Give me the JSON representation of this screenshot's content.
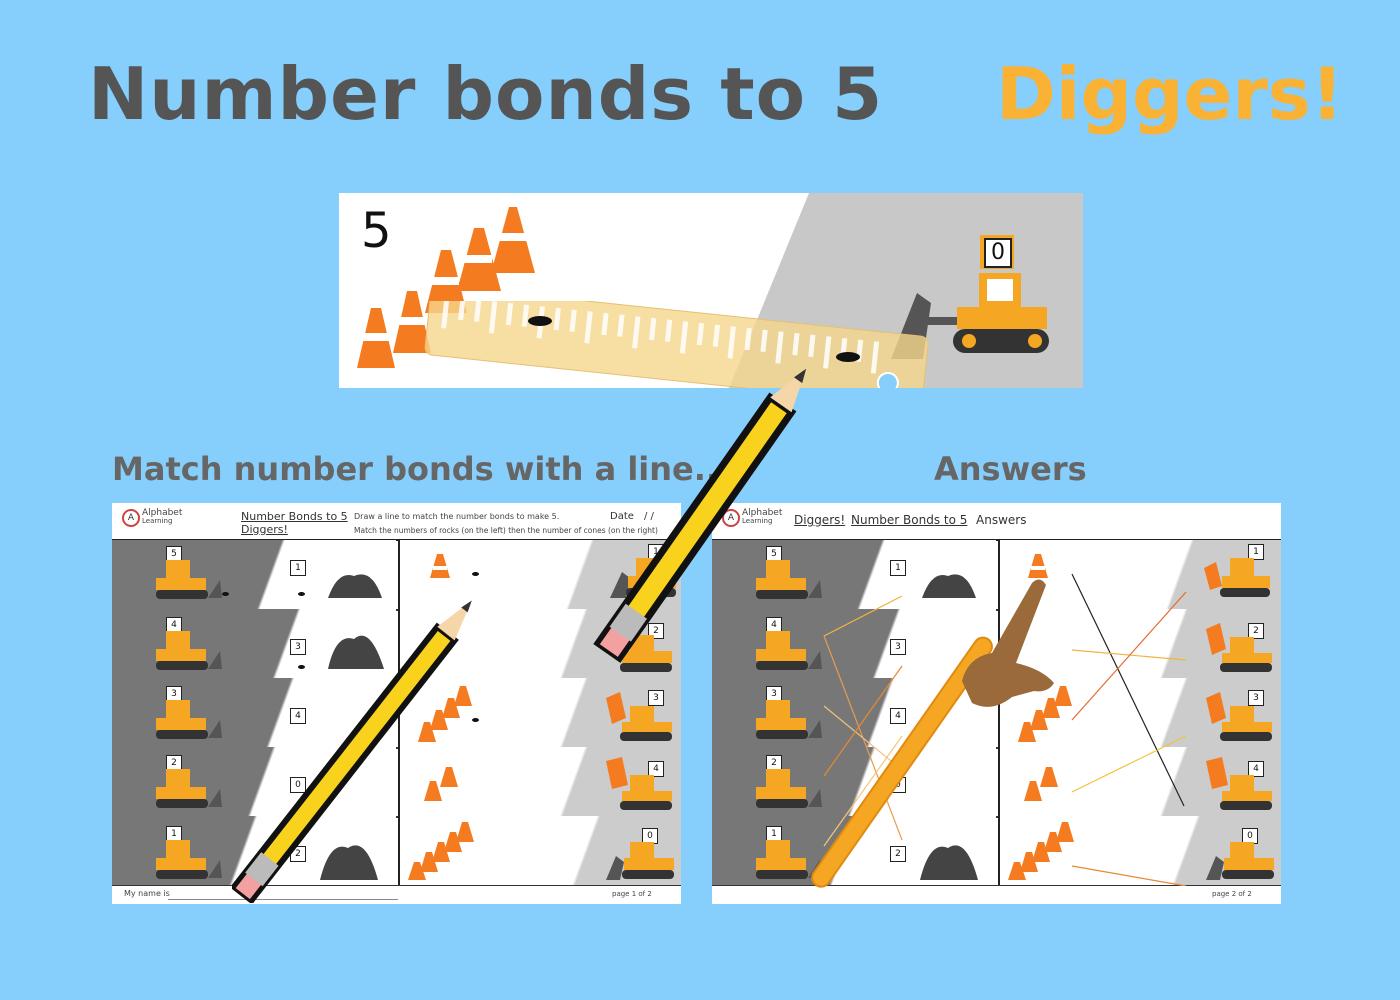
{
  "header": {
    "title": "Number bonds to 5",
    "accent_title": "Diggers!"
  },
  "hero": {
    "number": "5",
    "digger_badge": "0"
  },
  "sections": {
    "left_label": "Match number bonds with a line...",
    "right_label": "Answers"
  },
  "worksheet_left": {
    "brand_line1": "Alphabet",
    "brand_line2": "Learning",
    "title_line1": "Number Bonds to 5",
    "title_line2": "Diggers!",
    "instruction_line1": "Draw a line to match the number bonds to make 5.",
    "instruction_line2": "Match the numbers of rocks (on the left) then the number of cones (on the right)",
    "date_label": "Date",
    "date_value": "/     /",
    "name_label": "My name is",
    "page_label": "page 1 of 2",
    "left_badges": [
      "5",
      "4",
      "3",
      "2",
      "1"
    ],
    "middle_badges": [
      "1",
      "3",
      "4",
      "0",
      "2"
    ],
    "right_badges": [
      "1",
      "2",
      "3",
      "4",
      "0"
    ]
  },
  "worksheet_right": {
    "brand_line1": "Alphabet",
    "brand_line2": "Learning",
    "title_accent": "Diggers!",
    "title_main": "Number Bonds to 5",
    "title_answers": "Answers",
    "page_label": "page 2 of 2",
    "left_badges": [
      "5",
      "4",
      "3",
      "2",
      "1"
    ],
    "middle_badges": [
      "1",
      "3",
      "4",
      "0",
      "2"
    ],
    "right_badges": [
      "1",
      "2",
      "3",
      "4",
      "0"
    ]
  },
  "colors": {
    "background": "#86CEFB",
    "title": "#555555",
    "accent": "#F9B233",
    "cone": "#F47B20",
    "digger": "#F5A623"
  }
}
